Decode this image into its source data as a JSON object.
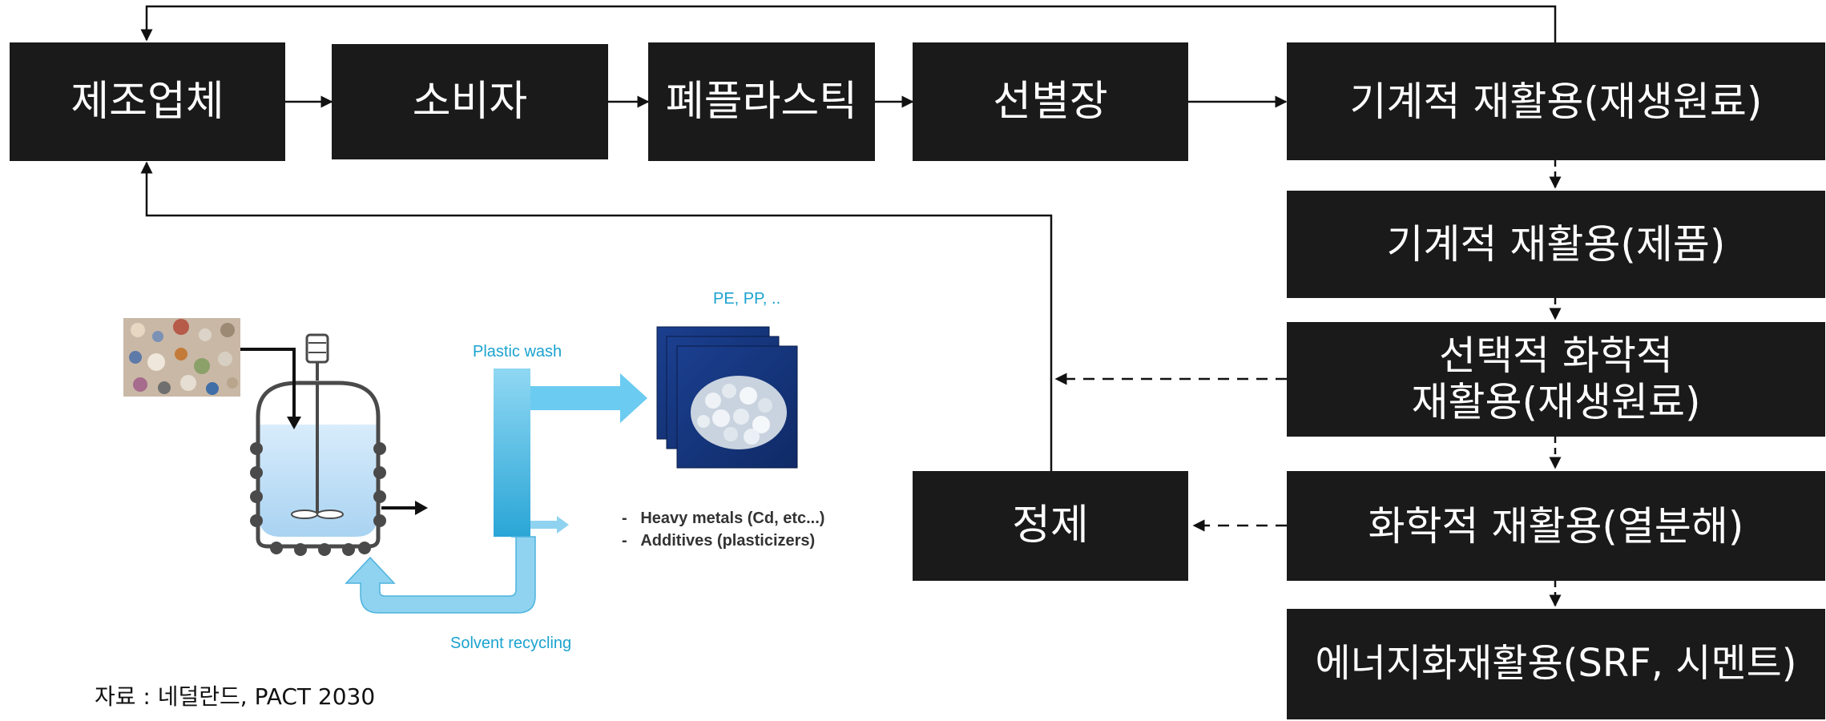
{
  "flowchart": {
    "manufacturer": "제조업체",
    "consumer": "소비자",
    "waste_plastic": "폐플라스틱",
    "sorting": "선별장",
    "mech_raw": "기계적 재활용(재생원료)",
    "mech_product": "기계적 재활용(제품)",
    "selective_chem_line1": "선택적 화학적",
    "selective_chem_line2": "재활용(재생원료)",
    "chem_pyrolysis": "화학적 재활용(열분해)",
    "energy": "에너지화재활용(SRF, 시멘트)",
    "refining": "정제"
  },
  "process_illustration": {
    "products_label": "PE, PP, ..",
    "wash_label": "Plastic wash",
    "byproduct_1": "Heavy metals (Cd, etc...)",
    "byproduct_2": "Additives (plasticizers)",
    "solvent_label": "Solvent recycling",
    "bullet": "-"
  },
  "source_note": "자료 : 네덜란드, PACT 2030",
  "colors": {
    "box": "#1a1a1a",
    "box_text": "#ffffff",
    "arrow": "#111111",
    "process_blue": "#5bc2ea",
    "label_blue": "#1aa3cf"
  }
}
